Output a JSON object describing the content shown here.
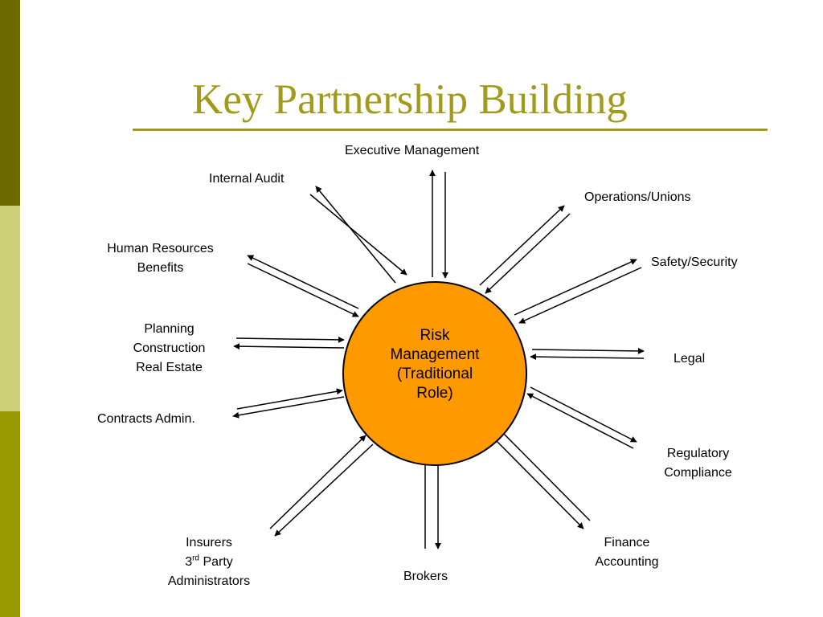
{
  "colors": {
    "title": "#a29a1a",
    "rule": "#a29a1a",
    "sidebar_top": "#6b6b00",
    "sidebar_mid": "#cfd17a",
    "sidebar_bottom": "#999a00",
    "hub_fill": "#ff9900",
    "arrow": "#000000"
  },
  "title": "Key Partnership Building",
  "hub": {
    "lines": [
      "Risk",
      "Management",
      "(Traditional",
      "Role)"
    ]
  },
  "nodes": {
    "executive": {
      "lines": [
        "Executive Management"
      ]
    },
    "internal_audit": {
      "lines": [
        "Internal Audit"
      ]
    },
    "operations": {
      "lines": [
        "Operations/Unions"
      ]
    },
    "human_resources": {
      "lines": [
        "Human Resources",
        "Benefits"
      ]
    },
    "safety": {
      "lines": [
        "Safety/Security"
      ]
    },
    "planning": {
      "lines": [
        "Planning",
        "Construction",
        "Real Estate"
      ]
    },
    "legal": {
      "lines": [
        "Legal"
      ]
    },
    "contracts": {
      "lines": [
        "Contracts Admin."
      ]
    },
    "regulatory": {
      "lines": [
        "Regulatory",
        "Compliance"
      ]
    },
    "insurers": {
      "line1": "Insurers",
      "line2_prefix": "3",
      "line2_sup": "rd",
      "line2_suffix": " Party",
      "line3": "Administrators"
    },
    "brokers": {
      "lines": [
        "Brokers"
      ]
    },
    "finance": {
      "lines": [
        "Finance",
        "Accounting"
      ]
    }
  }
}
